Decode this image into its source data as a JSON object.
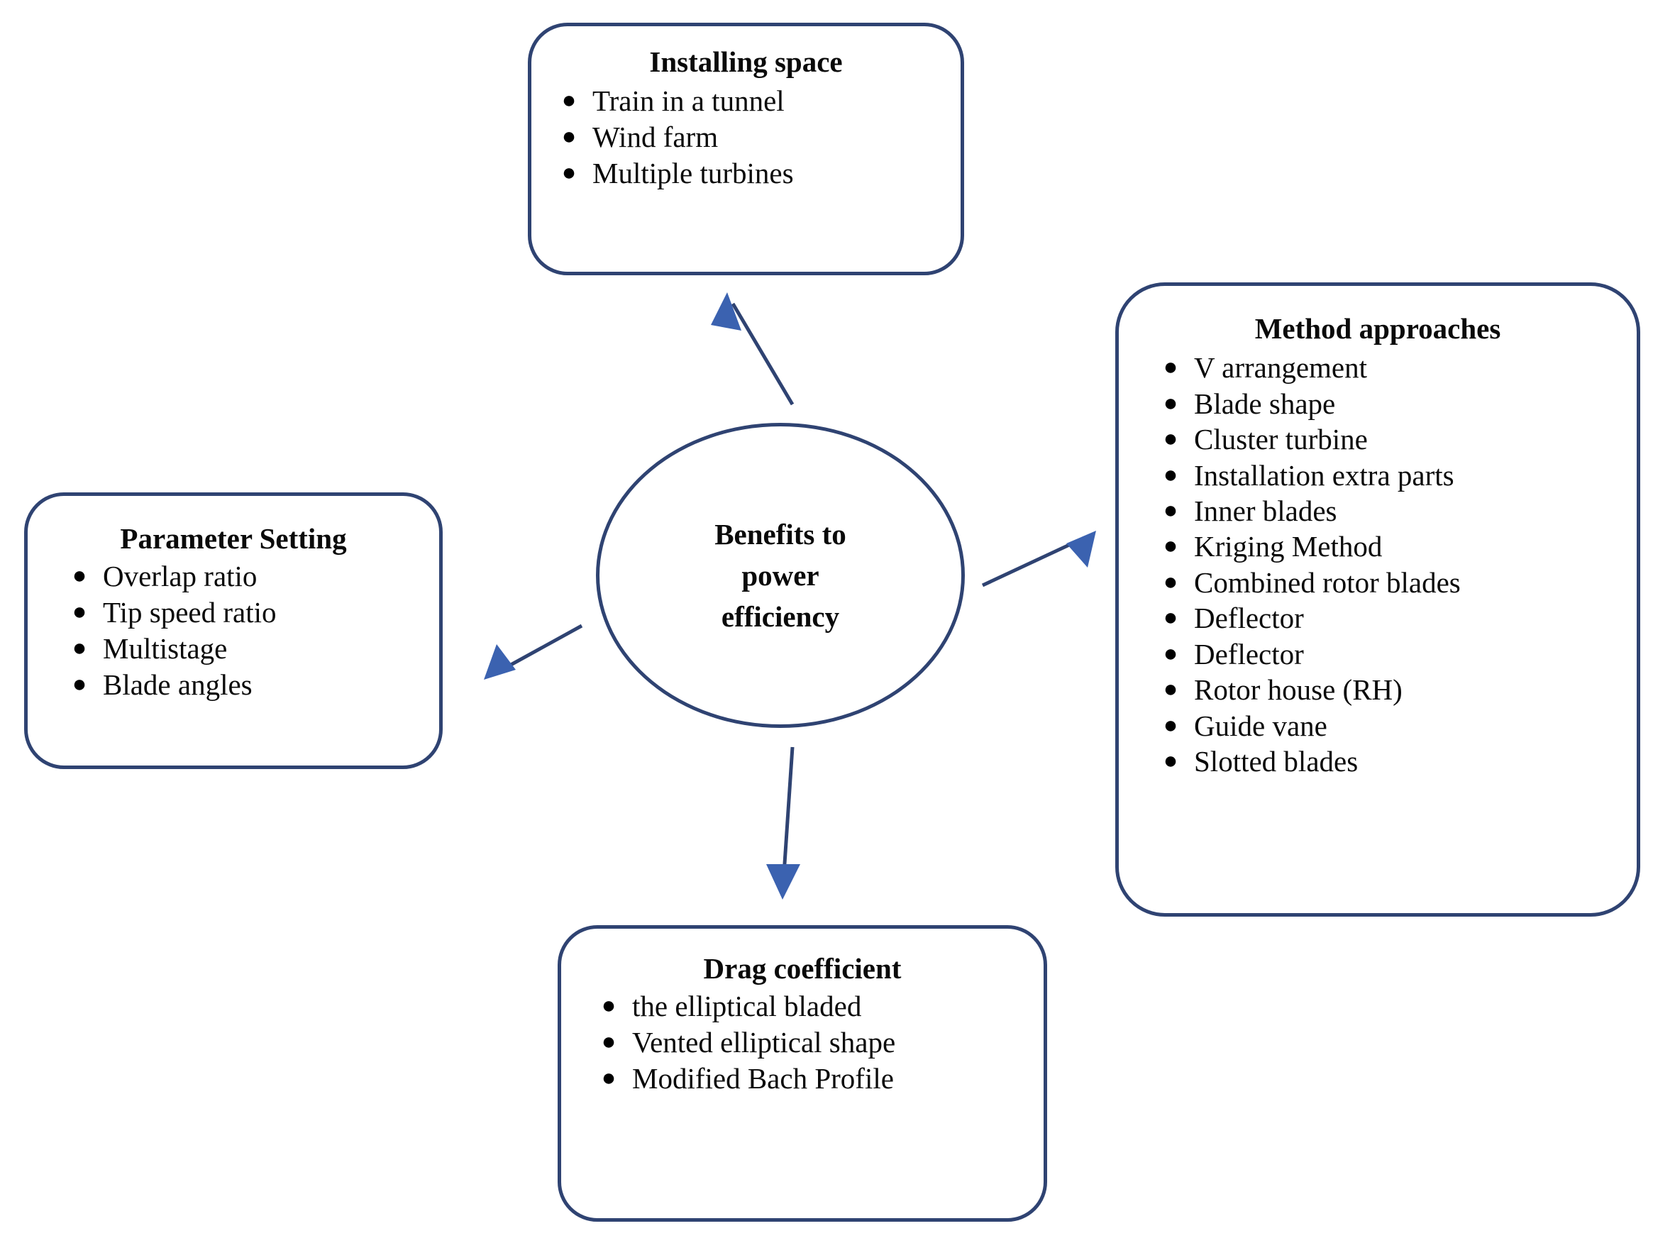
{
  "diagram": {
    "center": {
      "label": "Benefits to power efficiency",
      "line1": "Benefits to",
      "line2": "power",
      "line3": "efficiency"
    },
    "colors": {
      "node_border": "#2F4372",
      "arrow_head": "#3B62B0",
      "arrow_line": "#2F4372",
      "text": "#0a0a0a",
      "background": "#ffffff"
    },
    "nodes": [
      {
        "id": "installing-space",
        "title": "Installing space",
        "position": "top",
        "items": [
          "Train in a tunnel",
          "Wind farm",
          "Multiple turbines"
        ]
      },
      {
        "id": "method-approaches",
        "title": "Method approaches",
        "position": "right",
        "items": [
          "V arrangement",
          "Blade shape",
          "Cluster turbine",
          "Installation extra parts",
          "Inner blades",
          "Kriging Method",
          "Combined rotor blades",
          "Deflector",
          "Deflector",
          "Rotor house (RH)",
          "Guide vane",
          "Slotted blades"
        ]
      },
      {
        "id": "parameter-setting",
        "title": "Parameter Setting",
        "position": "left",
        "items": [
          "Overlap ratio",
          "Tip speed ratio",
          "Multistage",
          "Blade angles"
        ]
      },
      {
        "id": "drag-coefficient",
        "title": "Drag coefficient",
        "position": "bottom",
        "items": [
          "the elliptical bladed",
          "Vented elliptical shape",
          "Modified Bach Profile"
        ]
      }
    ],
    "bullet_glyph": "●",
    "arrows": [
      {
        "from": "center",
        "to": "installing-space",
        "direction": "up-left"
      },
      {
        "from": "center",
        "to": "method-approaches",
        "direction": "right-up"
      },
      {
        "from": "center",
        "to": "parameter-setting",
        "direction": "left-down"
      },
      {
        "from": "center",
        "to": "drag-coefficient",
        "direction": "down"
      }
    ]
  }
}
